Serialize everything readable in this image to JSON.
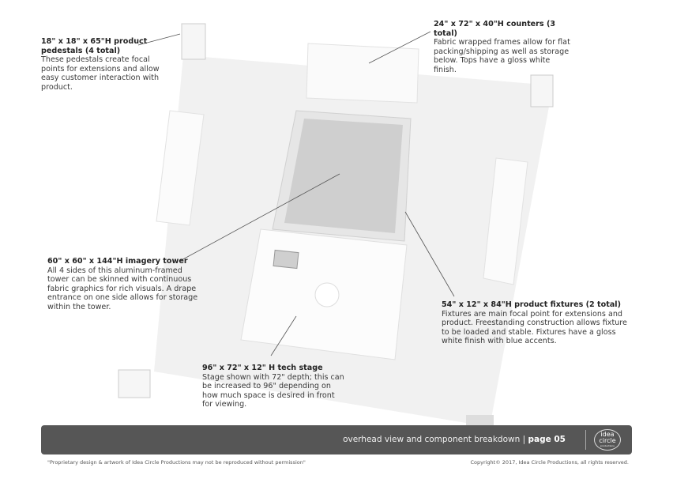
{
  "notes": [
    {
      "title": "18\" x 18\" x 65\"H product pedestals (4 total)",
      "body": "These pedestals create focal points for extensions and allow easy customer interaction with product."
    },
    {
      "title": "24\" x 72\" x 40\"H counters (3 total)",
      "body": "Fabric wrapped frames allow for flat packing/shipping as well as storage below. Tops have a gloss white finish."
    },
    {
      "title": "60\" x 60\" x 144\"H imagery tower",
      "body": "All 4 sides of this aluminum-framed tower can be skinned with continuous fabric graphics for rich visuals. A drape entrance on one side allows for storage within the tower."
    },
    {
      "title": "54\" x 12\" x 84\"H product fixtures (2 total)",
      "body": "Fixtures are main focal point for extensions and product. Freestanding construction allows fixture to be loaded and stable. Fixtures have a gloss white finish with blue accents."
    },
    {
      "title": "96\" x 72\" x 12\" H tech stage",
      "body": "Stage shown with 72\" depth; this can be increased to 96\" depending on how much space is desired in front for viewing."
    }
  ],
  "footer": {
    "section": "overhead view and component breakdown | ",
    "page": "page 05",
    "logo_line1": "idea",
    "logo_line2": "circle",
    "logo_line3": "productions",
    "disclaimer": "\"Proprietary design & artwork of Idea Circle Productions may not be reproduced without permission\"",
    "copyright": "Copyright© 2017, Idea Circle Productions, all rights reserved."
  }
}
